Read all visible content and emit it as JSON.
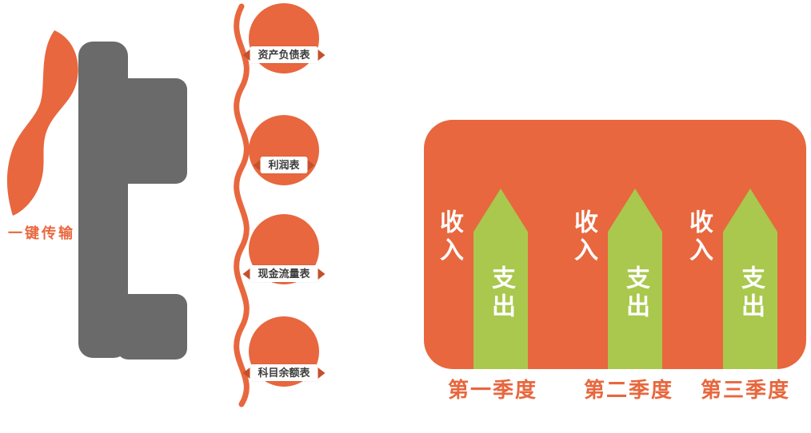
{
  "left": {
    "label": "一键传输"
  },
  "reports": {
    "items": [
      {
        "label": "资产负债表"
      },
      {
        "label": "利润表"
      },
      {
        "label": "现金流量表"
      },
      {
        "label": "科目余额表"
      }
    ]
  },
  "chart": {
    "income_label": "收入",
    "expense_label": "支出",
    "periods": [
      "第一季度",
      "第二季度",
      "第三季度"
    ]
  },
  "colors": {
    "orange": "#E8673E",
    "dark_orange": "#C4512B",
    "green": "#A9C84D",
    "gray": "#6A6A6A"
  }
}
